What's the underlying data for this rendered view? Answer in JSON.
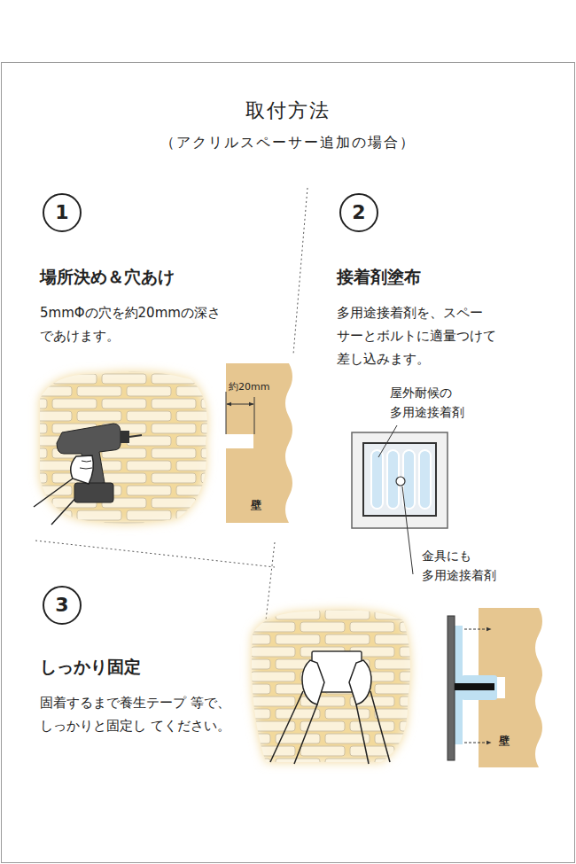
{
  "diagram": {
    "title": "取付方法",
    "nodes": [
      {
        "text": [
          "1"
        ]
      },
      {
        "text": [
          "2"
        ]
      },
      {
        "text": [
          "3"
        ]
      }
    ],
    "labels": [
      "（アクリルスペーサー追加の場合）",
      "場所決め＆穴あけ",
      "5mmΦの穴を約20mmの深さ であけます。",
      "約20mm",
      "壁",
      "接着剤塗布",
      "多用途接着剤を、スペー サーとボルトに適量つけて 差し込みます。",
      "屋外耐候の 多用途接着剤",
      "金具にも 多用途接着剤",
      "しっかり固定",
      "固着するまで養生テープ 等で、しっかりと固定し てください。",
      "壁"
    ]
  }
}
